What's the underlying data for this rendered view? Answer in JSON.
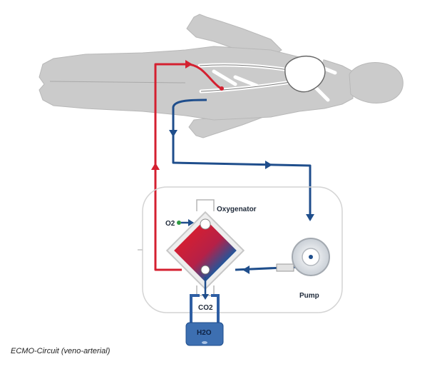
{
  "labels": {
    "oxygenator": "Oxygenator",
    "o2": "O2",
    "pump": "Pump",
    "co2": "CO2",
    "h2o": "H2O"
  },
  "caption": "ECMO-Circuit (veno-arterial)",
  "colors": {
    "arterial_red": "#d42030",
    "venous_blue": "#1f4e8c",
    "body_grey": "#c9c9c9",
    "unit_outline": "#d4d4d4",
    "water_tank": "#3d6fb1",
    "oxygen_dot": "#2e9a43"
  }
}
